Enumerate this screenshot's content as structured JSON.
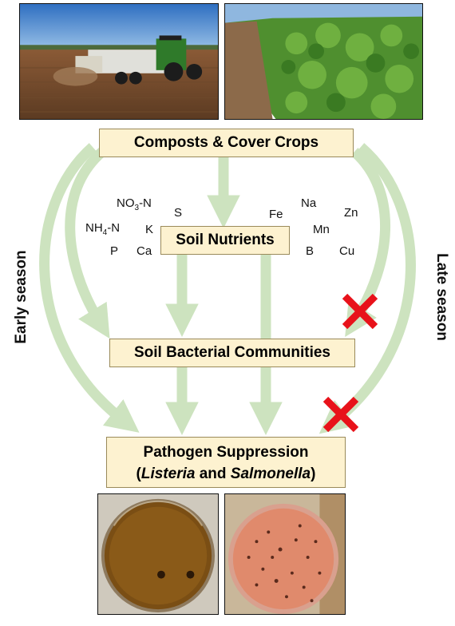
{
  "boxes": {
    "compost": "Composts & Cover Crops",
    "nutrients": "Soil Nutrients",
    "bacteria": "Soil Bacterial Communities",
    "pathogen_line1": "Pathogen Suppression",
    "pathogen_open": "(",
    "pathogen_listeria": "Listeria",
    "pathogen_and": " and ",
    "pathogen_salmonella": "Salmonella",
    "pathogen_close": ")"
  },
  "nutrients": {
    "no3_prefix": "NO",
    "no3_sub": "3",
    "no3_suffix": "-N",
    "nh4_prefix": "NH",
    "nh4_sub": "4",
    "nh4_suffix": "-N",
    "s": "S",
    "k": "K",
    "p": "P",
    "ca": "Ca",
    "fe": "Fe",
    "na": "Na",
    "zn": "Zn",
    "mn": "Mn",
    "b": "B",
    "cu": "Cu"
  },
  "labels": {
    "early": "Early season",
    "late": "Late season"
  },
  "colors": {
    "arrow": "#cde3bf",
    "box_fill": "#fdf2d0",
    "cross": "#e8121a"
  },
  "photos": {
    "top_left": "tractor-spreading-compost-field",
    "top_right": "cover-crop-field",
    "bottom_left": "petri-dish-brown-agar",
    "bottom_right": "petri-dish-pink-agar-colonies"
  }
}
